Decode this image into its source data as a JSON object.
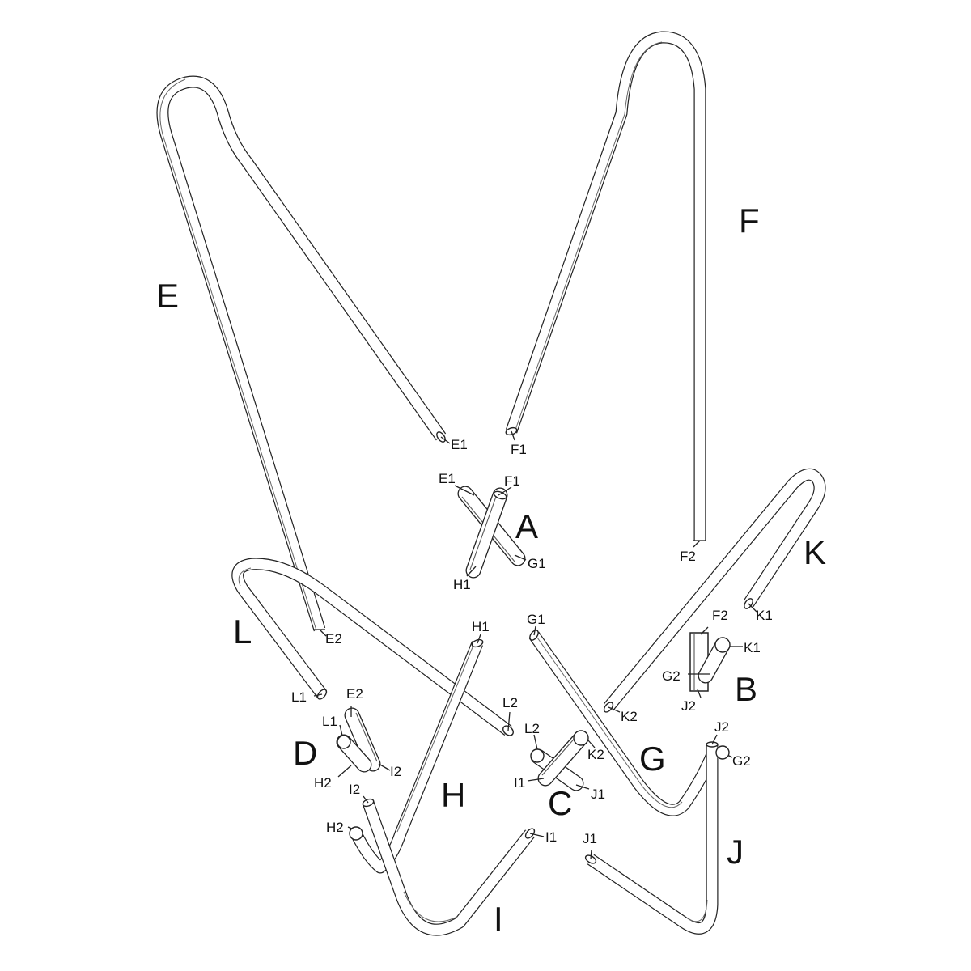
{
  "part_labels": {
    "A": "A",
    "B": "B",
    "C": "C",
    "D": "D",
    "E": "E",
    "F": "F",
    "G": "G",
    "H": "H",
    "I": "I",
    "J": "J",
    "K": "K",
    "L": "L"
  },
  "joint_labels": {
    "tube_E1": "E1",
    "tube_F1": "F1",
    "tube_F2": "F2",
    "tube_E2": "E2",
    "tube_K1": "K1",
    "tube_H1": "H1",
    "tube_G1": "G1",
    "tube_L1": "L1",
    "tube_L2": "L2",
    "tube_K2": "K2",
    "tube_J2": "J2",
    "tube_I2": "I2",
    "tube_H2": "H2",
    "tube_I1": "I1",
    "tube_J1": "J1",
    "tube_G2": "G2",
    "a_E1": "E1",
    "a_F1": "F1",
    "a_G1": "G1",
    "a_H1": "H1",
    "b_F2": "F2",
    "b_K1": "K1",
    "b_G2": "G2",
    "b_J2": "J2",
    "c_L2": "L2",
    "c_K2": "K2",
    "c_I1": "I1",
    "c_J1": "J1",
    "d_E2": "E2",
    "d_L1": "L1",
    "d_H2": "H2",
    "d_I2": "I2"
  }
}
